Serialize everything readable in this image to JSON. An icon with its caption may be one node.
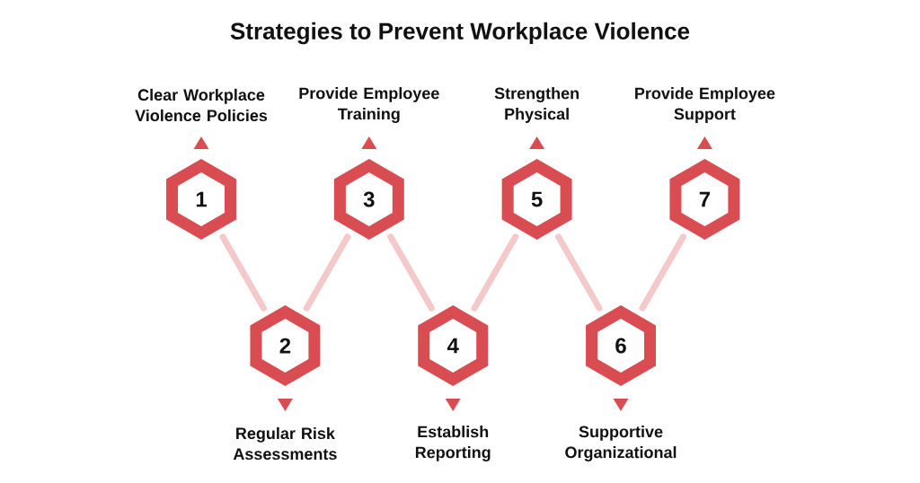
{
  "diagram": {
    "title": "Strategies to Prevent Workplace Violence",
    "nodes": [
      {
        "text": [
          "1"
        ],
        "beside": [
          "Clear Workplace Violence Policies"
        ]
      },
      {
        "text": [
          "2"
        ],
        "beside": [
          "Regular Risk Assessments"
        ]
      },
      {
        "text": [
          "3"
        ],
        "beside": [
          "Provide Employee Training"
        ]
      },
      {
        "text": [
          "4"
        ],
        "beside": [
          "Establish Reporting"
        ]
      },
      {
        "text": [
          "5"
        ],
        "beside": [
          "Strengthen Physical"
        ]
      },
      {
        "text": [
          "6"
        ],
        "beside": [
          "Supportive Organizational"
        ]
      },
      {
        "text": [
          "7"
        ],
        "beside": [
          "Provide Employee Support"
        ]
      }
    ],
    "edges": [
      {
        "from": 0,
        "to": 1,
        "arrow": "none"
      },
      {
        "from": 1,
        "to": 2,
        "arrow": "none"
      },
      {
        "from": 2,
        "to": 3,
        "arrow": "none"
      },
      {
        "from": 3,
        "to": 4,
        "arrow": "none"
      },
      {
        "from": 4,
        "to": 5,
        "arrow": "none"
      },
      {
        "from": 5,
        "to": 6,
        "arrow": "none"
      }
    ]
  }
}
